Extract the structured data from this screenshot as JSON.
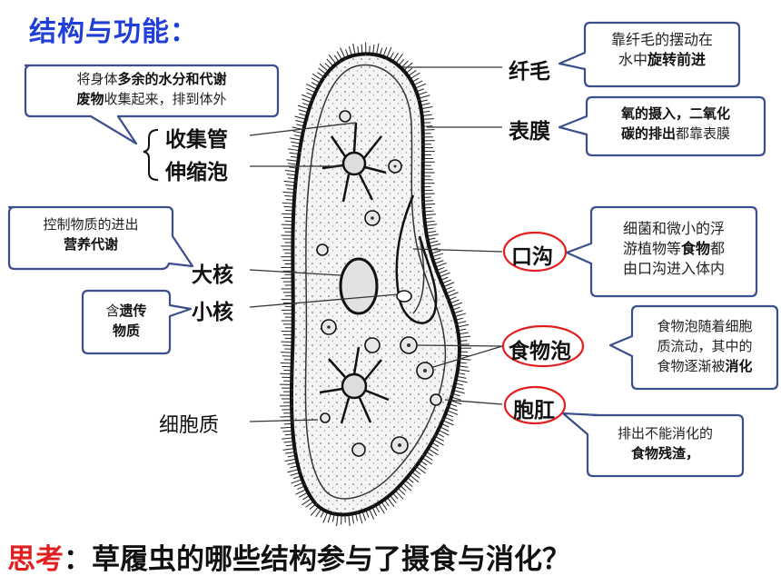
{
  "title": "结构与功能：",
  "labels": {
    "cilia": "纤毛",
    "pellicle": "表膜",
    "collecting_tube": "收集管",
    "contractile_vacuole": "伸缩泡",
    "macronucleus": "大核",
    "micronucleus": "小核",
    "cytoplasm": "细胞质",
    "oral_groove": "口沟",
    "food_vacuole": "食物泡",
    "anal_pore": "胞肛"
  },
  "callouts": {
    "waste": {
      "line1_a": "将身体",
      "line1_b": "多余的水分和代谢",
      "line2_a": "废物",
      "line2_b": "收集起来，排到体外"
    },
    "cilia": {
      "line1": "靠纤毛的摆动在",
      "line2_a": "水中",
      "line2_b": "旋转前进"
    },
    "pellicle": {
      "line1": "氧的摄入，二氧化",
      "line2_a": "碳的排出",
      "line2_b": "都靠表膜"
    },
    "macronucleus": {
      "line1": "控制物质的进出",
      "line2": "营养代谢"
    },
    "micronucleus": {
      "line1_a": "含",
      "line1_b": "遗传",
      "line2": "物质"
    },
    "oral_groove": {
      "line1": "细菌和微小的浮",
      "line2_a": "游植物等",
      "line2_b": "食物",
      "line2_c": "都",
      "line3": "由口沟进入体内"
    },
    "food_vacuole": {
      "line1": "食物泡随着细胞",
      "line2": "质流动，其中的",
      "line3_a": "食物逐渐被",
      "line3_b": "消化"
    },
    "anal_pore": {
      "line1": "排出不能消化的",
      "line2": "食物残渣，"
    }
  },
  "question": {
    "prefix": "思考",
    "text": "：草履虫的哪些结构参与了摄食与消化？"
  },
  "colors": {
    "title": "#1f3fd6",
    "callout_border": "#3b4f8c",
    "highlight_circle": "#e21f1f",
    "question_prefix": "#e21f1f"
  }
}
